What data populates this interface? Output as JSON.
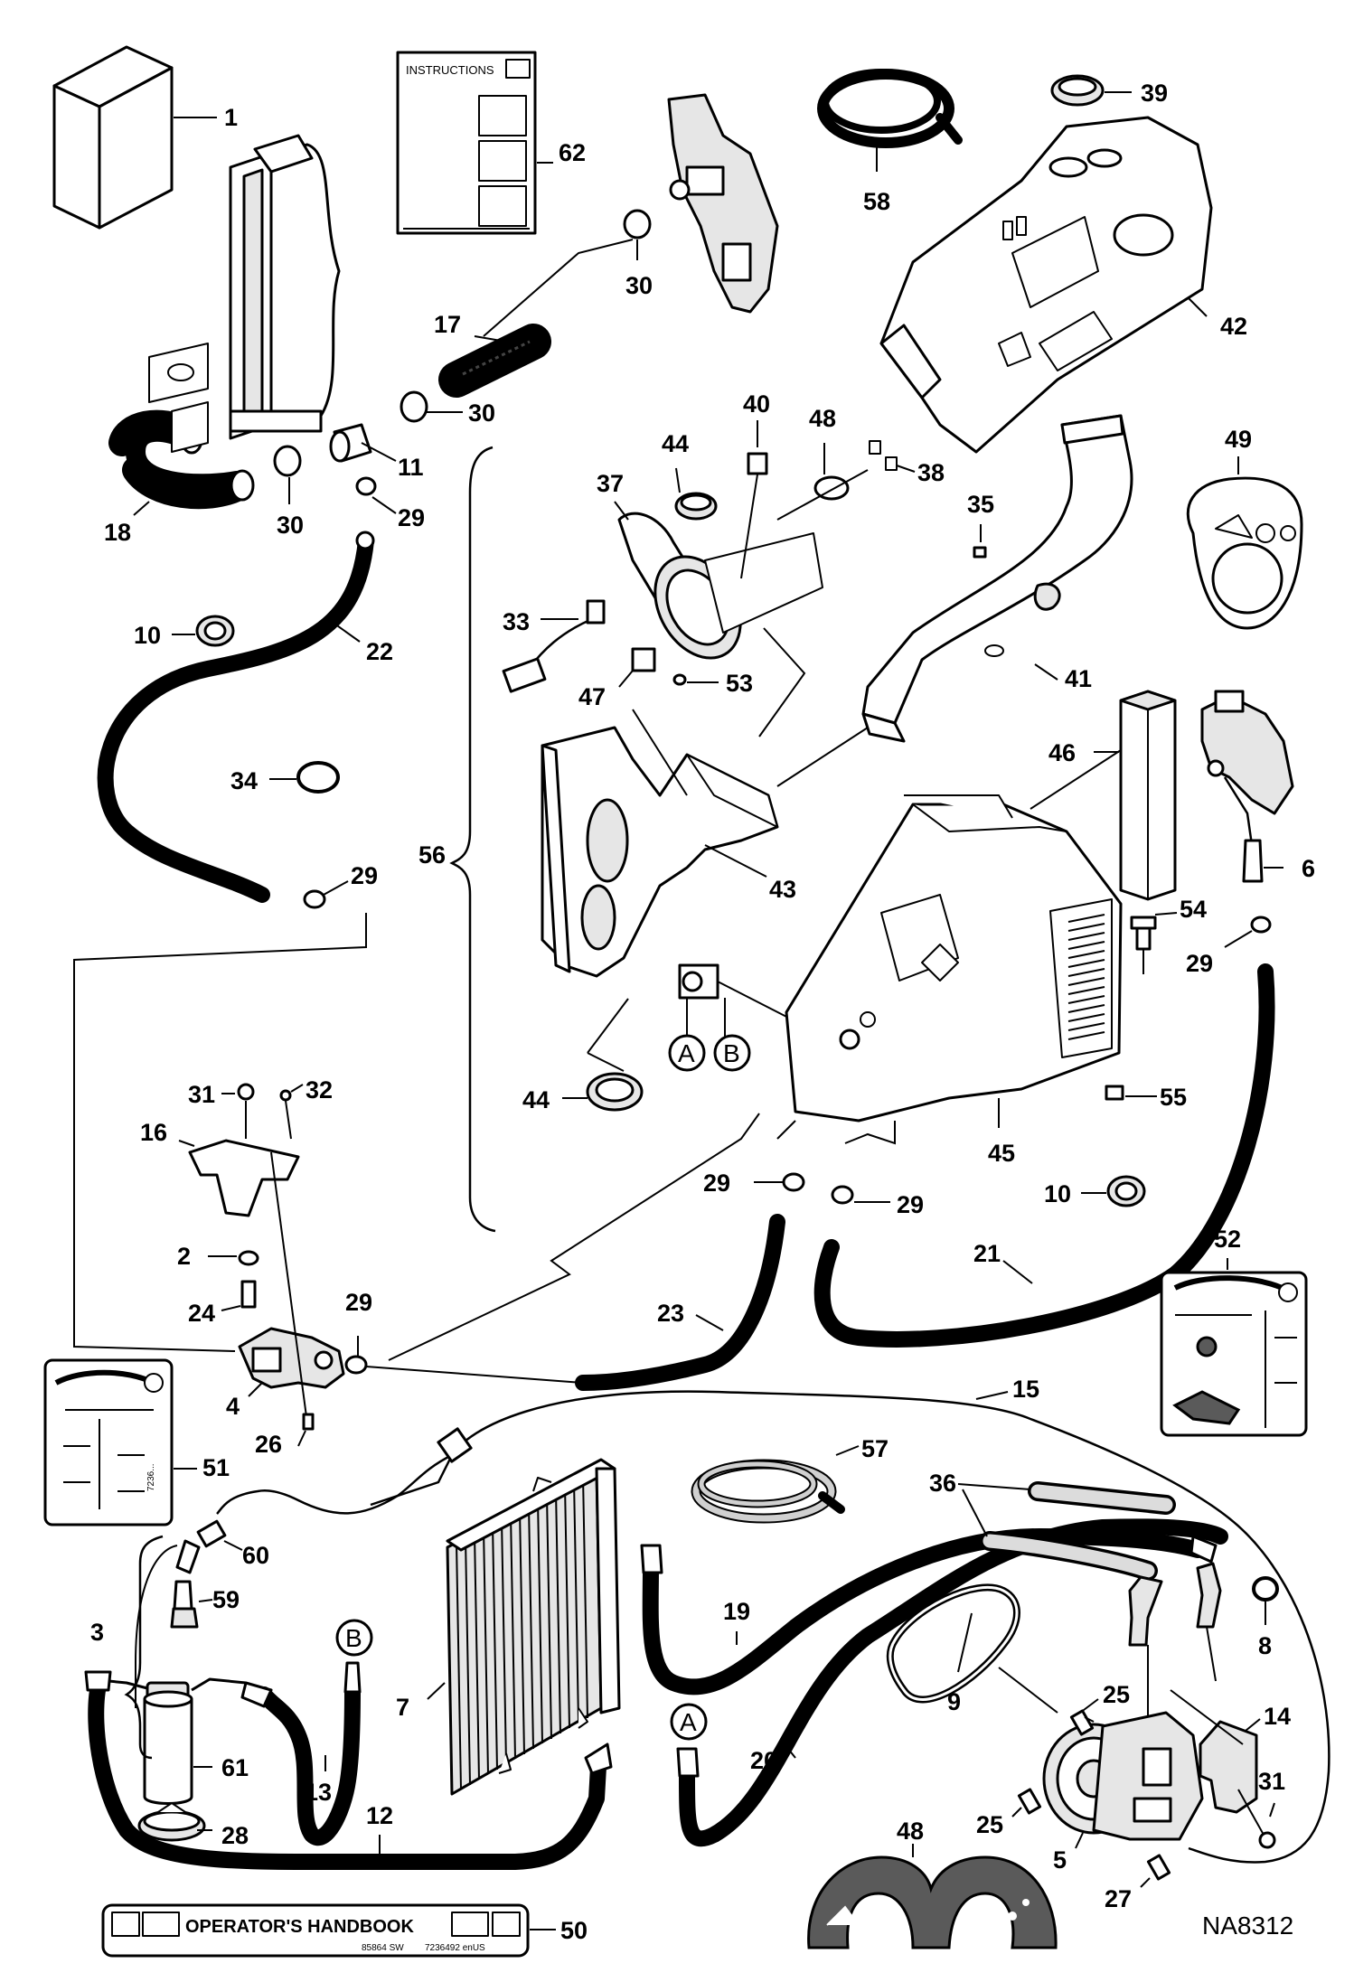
{
  "diagram": {
    "reference_code": "NA8312",
    "instructions_label": "INSTRUCTIONS",
    "handbook_label": "OPERATOR'S HANDBOOK",
    "handbook_codes": [
      "85864 SW",
      "7236492 enUS"
    ],
    "connector_letters": {
      "a": "A",
      "b": "B"
    },
    "callouts": {
      "c1": "1",
      "c2": "2",
      "c3": "3",
      "c4": "4",
      "c5": "5",
      "c6": "6",
      "c7": "7",
      "c8": "8",
      "c9": "9",
      "c10a": "10",
      "c10b": "10",
      "c11": "11",
      "c12": "12",
      "c13": "13",
      "c14": "14",
      "c15": "15",
      "c16": "16",
      "c17": "17",
      "c18": "18",
      "c19": "19",
      "c20": "20",
      "c21": "21",
      "c22": "22",
      "c23": "23",
      "c24": "24",
      "c25a": "25",
      "c25b": "25",
      "c26": "26",
      "c27": "27",
      "c28": "28",
      "c29a": "29",
      "c29b": "29",
      "c29c": "29",
      "c29d": "29",
      "c29e": "29",
      "c29f": "29",
      "c30a": "30",
      "c30b": "30",
      "c30c": "30",
      "c31a": "31",
      "c31b": "31",
      "c32": "32",
      "c33": "33",
      "c34": "34",
      "c35": "35",
      "c36": "36",
      "c37": "37",
      "c38": "38",
      "c39": "39",
      "c40": "40",
      "c41": "41",
      "c42": "42",
      "c43": "43",
      "c44a": "44",
      "c44b": "44",
      "c45": "45",
      "c46": "46",
      "c47": "47",
      "c48a": "48",
      "c48b": "48",
      "c49": "49",
      "c50": "50",
      "c51": "51",
      "c52": "52",
      "c53": "53",
      "c54": "54",
      "c55": "55",
      "c56": "56",
      "c57": "57",
      "c58": "58",
      "c59": "59",
      "c60": "60",
      "c61": "61",
      "c62": "62"
    }
  }
}
